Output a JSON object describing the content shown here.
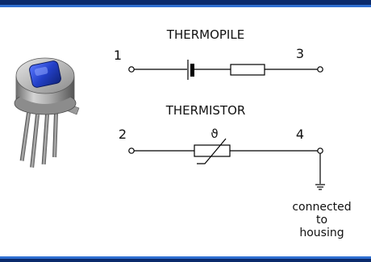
{
  "colors": {
    "border_navy": "#0a2a6b",
    "border_blue": "#2f6fd1",
    "sensor_window": "#2340c8",
    "wire": "#000000"
  },
  "circuit_thermopile": {
    "title": "THERMOPILE",
    "pin_left": "1",
    "pin_right": "3"
  },
  "circuit_thermistor": {
    "title": "THERMISTOR",
    "pin_left": "2",
    "pin_right": "4",
    "symbol": "ϑ"
  },
  "ground_note": {
    "line1": "connected",
    "line2": "to",
    "line3": "housing"
  }
}
